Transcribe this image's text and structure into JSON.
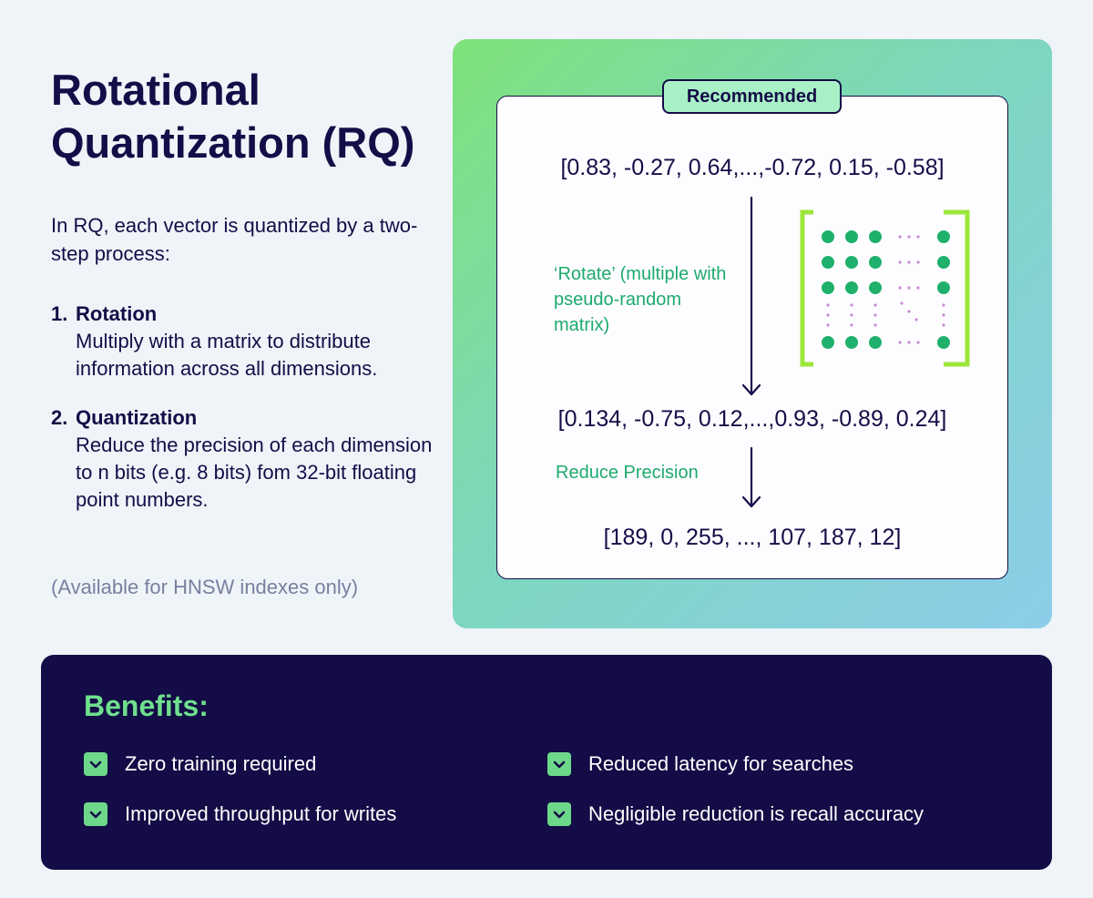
{
  "title": {
    "line1": "Rotational",
    "line2": "Quantization (RQ)"
  },
  "intro": "In RQ, each vector is quantized by a two-step process:",
  "steps": [
    {
      "number": "1.",
      "title": "Rotation",
      "description": "Multiply with a matrix to distribute information across all dimensions."
    },
    {
      "number": "2.",
      "title": "Quantization",
      "description": "Reduce the precision of each dimension to n bits (e.g. 8 bits) fom 32-bit floating point numbers."
    }
  ],
  "note": "(Available for HNSW indexes only)",
  "diagram": {
    "badge": "Recommended",
    "vector_original": "[0.83, -0.27, 0.64,...,-0.72, 0.15, -0.58]",
    "rotate_label": "‘Rotate’ (multiple with pseudo-random matrix)",
    "vector_rotated": "[0.134, -0.75, 0.12,...,0.93, -0.89, 0.24]",
    "reduce_label": "Reduce Precision",
    "vector_quantized": "[189, 0, 255, ..., 107, 187, 12]"
  },
  "benefits": {
    "title": "Benefits:",
    "items": [
      "Zero training required",
      "Reduced latency for searches",
      "Improved throughput for writes",
      "Negligible reduction is recall accuracy"
    ]
  },
  "colors": {
    "navy": "#140d47",
    "green_text": "#1eaa6e",
    "matrix_dot": "#1fb06b",
    "matrix_bracket": "#9be63a",
    "matrix_ellipsis": "#c98ad6",
    "check_green": "#6ed88a",
    "badge_bg": "#a9f0c7"
  },
  "icons": {
    "arrow": "down-arrow-icon",
    "check": "checkbox-checked-icon",
    "matrix": "matrix-icon"
  }
}
